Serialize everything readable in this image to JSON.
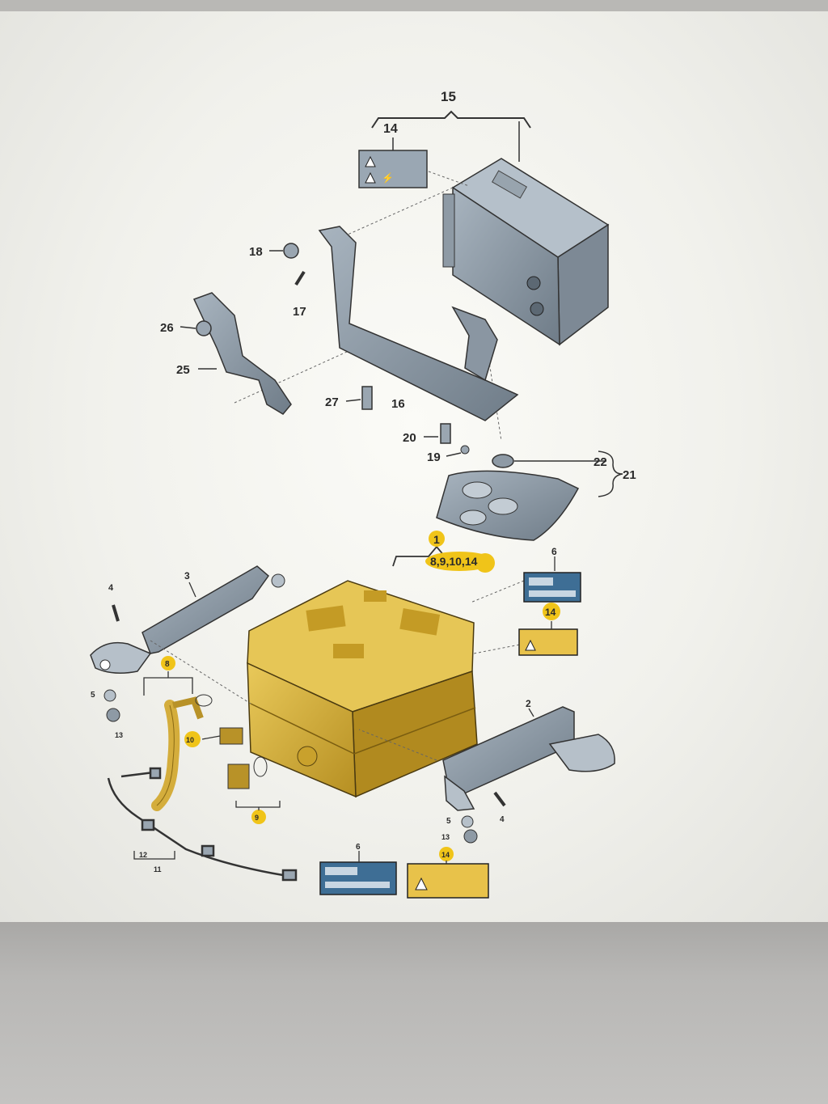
{
  "callouts": [
    {
      "id": "c15",
      "text": "15"
    },
    {
      "id": "c14top",
      "text": "14"
    },
    {
      "id": "c18",
      "text": "18"
    },
    {
      "id": "c17",
      "text": "17"
    },
    {
      "id": "c26",
      "text": "26"
    },
    {
      "id": "c25",
      "text": "25"
    },
    {
      "id": "c27",
      "text": "27"
    },
    {
      "id": "c16",
      "text": "16"
    },
    {
      "id": "c20",
      "text": "20"
    },
    {
      "id": "c19",
      "text": "19"
    },
    {
      "id": "c22",
      "text": "22"
    },
    {
      "id": "c21",
      "text": "21"
    },
    {
      "id": "c1",
      "text": "1"
    },
    {
      "id": "c891014",
      "text": "8,9,10,14"
    },
    {
      "id": "c6a",
      "text": "6"
    },
    {
      "id": "c14b",
      "text": "14"
    },
    {
      "id": "c3",
      "text": "3"
    },
    {
      "id": "c4a",
      "text": "4"
    },
    {
      "id": "c8",
      "text": "8"
    },
    {
      "id": "c5a",
      "text": "5"
    },
    {
      "id": "c13a",
      "text": "13"
    },
    {
      "id": "c10",
      "text": "10"
    },
    {
      "id": "c9",
      "text": "9"
    },
    {
      "id": "c2",
      "text": "2"
    },
    {
      "id": "c4b",
      "text": "4"
    },
    {
      "id": "c5b",
      "text": "5"
    },
    {
      "id": "c13b",
      "text": "13"
    },
    {
      "id": "c12",
      "text": "12"
    },
    {
      "id": "c11",
      "text": "11"
    },
    {
      "id": "c6b",
      "text": "6"
    },
    {
      "id": "c14c",
      "text": "14"
    }
  ],
  "colors": {
    "grey_part": "#8d9aa6",
    "grey_part_dark": "#5f6b76",
    "gold_part": "#d9b43a",
    "gold_part_dark": "#a9851c",
    "highlight": "#f0c419",
    "label_blue": "#3e6e95"
  }
}
